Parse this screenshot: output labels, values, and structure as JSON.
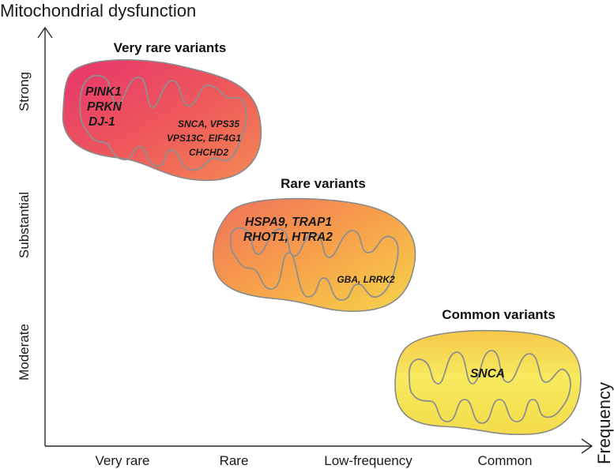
{
  "axes": {
    "y_title": "Mitochondrial dysfunction",
    "x_title": "Frequency",
    "y_ticks": [
      "Strong",
      "Substantial",
      "Moderate"
    ],
    "x_ticks": [
      "Very rare",
      "Rare",
      "Low-frequency",
      "Common"
    ]
  },
  "groups": [
    {
      "title": "Very rare variants",
      "genes_left": [
        "PINK1",
        "PRKN",
        "DJ-1"
      ],
      "genes_right": [
        "SNCA, VPS35",
        "VPS13C, EIF4G1",
        "CHCHD2"
      ]
    },
    {
      "title": "Rare variants",
      "genes_top": [
        "HSPA9, TRAP1",
        "RHOT1, HTRA2"
      ],
      "genes_bottom": [
        "GBA, LRRK2"
      ]
    },
    {
      "title": "Common variants",
      "genes_center": [
        "SNCA"
      ]
    }
  ],
  "colors": {
    "very_rare_fill": [
      "#e8356e",
      "#ee5a5a",
      "#f48a55"
    ],
    "rare_fill": [
      "#f0715c",
      "#f7a14a",
      "#f6d64a"
    ],
    "common_fill": [
      "#f6c84a",
      "#f7ea5e",
      "#f3dc4a"
    ],
    "outline": "#8a8a8a"
  }
}
